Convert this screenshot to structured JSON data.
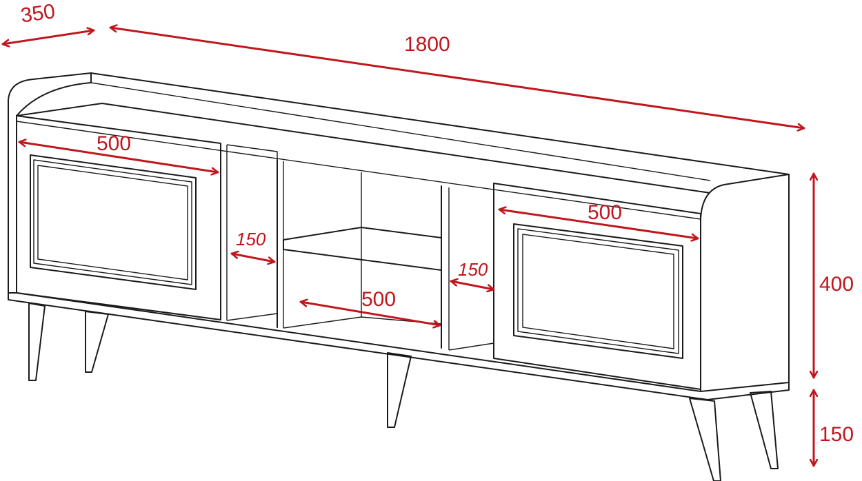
{
  "colors": {
    "dimension": "#c0161d",
    "outline": "#1a1a1a",
    "background": "#ffffff"
  },
  "dimensions": {
    "depth": "350",
    "width": "1800",
    "left_door": "500",
    "right_door": "500",
    "left_shelf": "150",
    "right_shelf": "150",
    "center_shelf": "500",
    "height": "400",
    "leg_height": "150"
  }
}
